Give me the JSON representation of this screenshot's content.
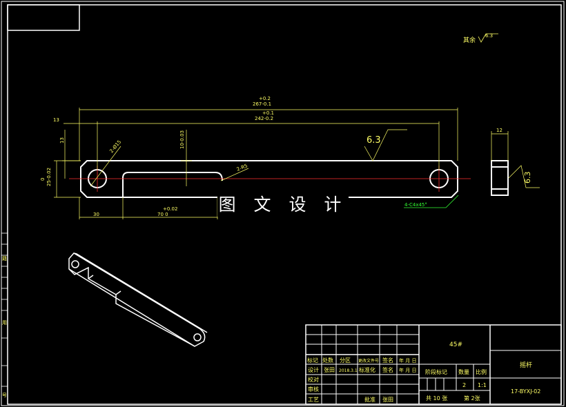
{
  "colors": {
    "background": "#000000",
    "part_outline": "#ffffff",
    "dimension": "#ffff66",
    "centerline": "#ff3030",
    "leader_green": "#33ff33",
    "title_text": "#ffff66"
  },
  "watermark": "图 文 设 计",
  "surface_note": {
    "label": "其余",
    "value": "6.3"
  },
  "dimensions": {
    "overall_tol_upper": "+0.2",
    "overall_length": "267-0.1",
    "hole_tol_upper": "+0.1",
    "hole_spacing": "242-0.2",
    "offset_left": "13",
    "offset_vertical": "13",
    "hole_dia": "2-Ø15",
    "slot_depth": "10-0.03",
    "slot_radius": "2-R5",
    "height_tol": "0",
    "height": "25-0.02",
    "left_seg": "30",
    "slot_tol": "+0.02",
    "slot_len": "70 0",
    "roughness": "6.3",
    "chamfer": "4-C4x45°",
    "side_width": "12",
    "side_roughness": "6.3"
  },
  "title_block": {
    "material": "45#",
    "part_name": "摇杆",
    "drawing_no": "17-BYXJ-02",
    "row_headers": [
      "标记",
      "处数",
      "分区",
      "更改文件号",
      "签名",
      "年 月 日"
    ],
    "design_label": "设计",
    "designer": "张田",
    "design_date": "2018.3.1",
    "std_label": "标准化",
    "sign_label": "签名",
    "date_label": "年 月 日",
    "check_label": "校对",
    "review_label": "审核",
    "process_label": "工艺",
    "approve_label": "批准",
    "approver": "张田",
    "stage_label": "阶段标记",
    "weight_label": "数量",
    "scale_label": "比例",
    "qty": "2",
    "scale": "1:1",
    "total_sheets": "共  10  张",
    "sheet_no": "第  2张"
  },
  "left_strip": [
    "籍",
    "用",
    "号"
  ]
}
